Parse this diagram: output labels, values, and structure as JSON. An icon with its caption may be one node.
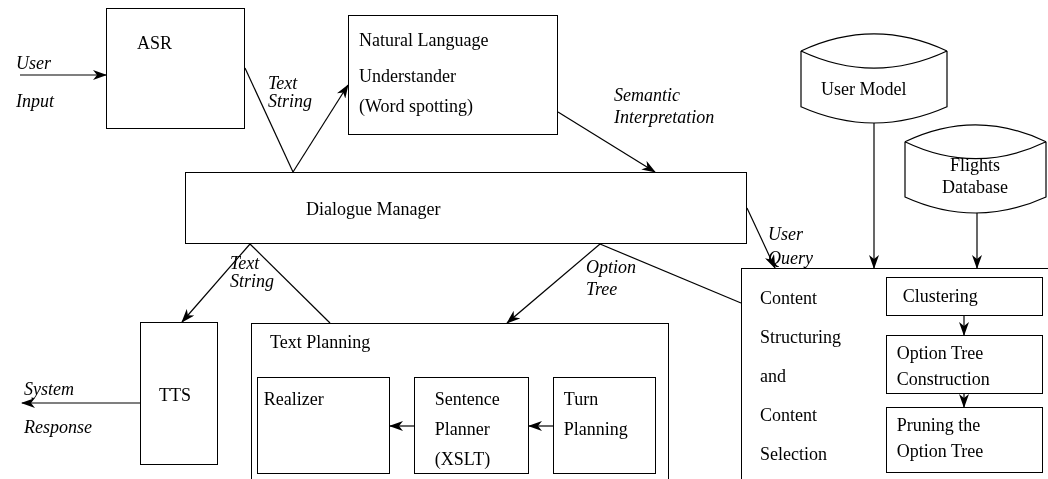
{
  "diagram": {
    "nodes": [
      {
        "text": [
          "ASR"
        ]
      },
      {
        "text": [
          "Natural Language Understander",
          "(Word spotting)"
        ]
      },
      {
        "text": [
          "Dialogue Manager"
        ]
      },
      {
        "text": [
          "User Model"
        ]
      },
      {
        "text": [
          "Flights Database"
        ]
      },
      {
        "text": [
          "TTS"
        ]
      },
      {
        "text": [
          "Text Planning"
        ]
      },
      {
        "text": [
          "Realizer"
        ],
        "in": 6
      },
      {
        "text": [
          "Sentence Planner (XSLT)"
        ],
        "in": 6
      },
      {
        "text": [
          "Turn Planning"
        ],
        "in": 6
      },
      {
        "text": [
          "Content Structuring and Content Selection"
        ]
      },
      {
        "text": [
          "Clustering"
        ],
        "in": 10
      },
      {
        "text": [
          "Option Tree Construction"
        ],
        "in": 10
      },
      {
        "text": [
          "Pruning the Option Tree"
        ],
        "in": 10
      }
    ],
    "edges": [
      {
        "from": null,
        "to": 0,
        "arrow": "to",
        "label": "User Input"
      },
      {
        "from": 0,
        "to": 2,
        "arrow": "none"
      },
      {
        "from": 2,
        "to": 1,
        "arrow": "to",
        "label": "Text String"
      },
      {
        "from": 1,
        "to": 2,
        "arrow": "to",
        "label": "Semantic Interpretation"
      },
      {
        "from": 2,
        "to": 10,
        "arrow": "to",
        "label": "User Query"
      },
      {
        "from": 3,
        "to": 10,
        "arrow": "to"
      },
      {
        "from": 4,
        "to": 10,
        "arrow": "to"
      },
      {
        "from": 6,
        "to": 2,
        "arrow": "none"
      },
      {
        "from": 2,
        "to": 5,
        "arrow": "to",
        "label": "Text String"
      },
      {
        "from": 10,
        "to": 2,
        "arrow": "none"
      },
      {
        "from": 2,
        "to": 6,
        "arrow": "to",
        "label": "Option Tree"
      },
      {
        "from": 5,
        "to": null,
        "arrow": "to",
        "label": "System Response"
      },
      {
        "from": 9,
        "to": 8,
        "arrow": "to"
      },
      {
        "from": 8,
        "to": 7,
        "arrow": "to"
      },
      {
        "from": 11,
        "to": 12,
        "arrow": "to"
      },
      {
        "from": 12,
        "to": 13,
        "arrow": "to"
      }
    ]
  }
}
